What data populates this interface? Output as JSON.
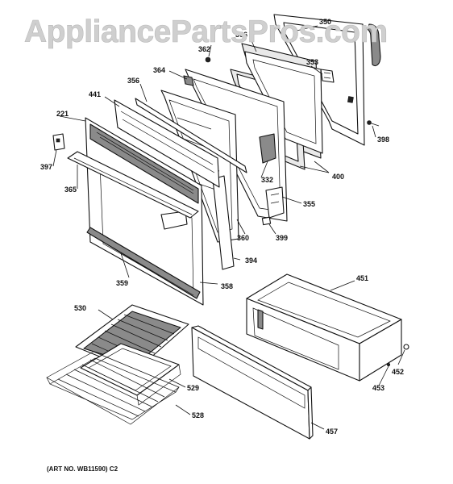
{
  "watermark": "AppliancePartsPros.com",
  "art_number": "(ART NO. WB11590) C2",
  "labels": {
    "l350": "350",
    "l362": "362",
    "l364": "364",
    "l366": "366",
    "l353": "353",
    "l356": "356",
    "l441": "441",
    "l221": "221",
    "l397": "397",
    "l365": "365",
    "l332": "332",
    "l400": "400",
    "l398": "398",
    "l355": "355",
    "l360": "360",
    "l399": "399",
    "l394": "394",
    "l359": "359",
    "l358": "358",
    "l451": "451",
    "l530": "530",
    "l529": "529",
    "l528": "528",
    "l452": "452",
    "l453": "453",
    "l457": "457"
  }
}
